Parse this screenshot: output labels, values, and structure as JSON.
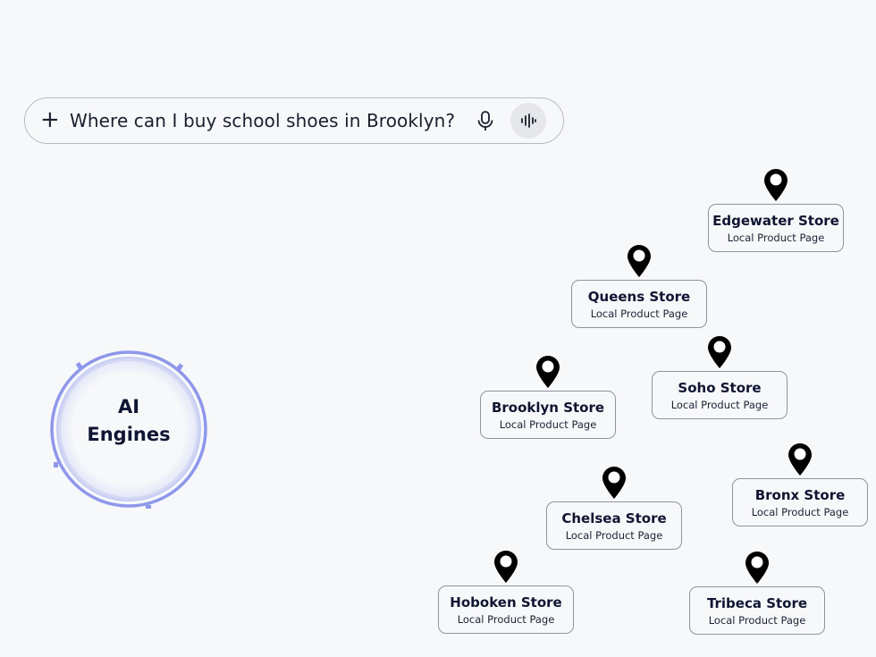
{
  "search": {
    "query": "Where can I buy school shoes in Brooklyn?",
    "add_icon": "plus-icon",
    "mic_icon": "microphone-icon",
    "voice_icon": "voice-waveform-icon"
  },
  "ai_badge": {
    "line1": "AI",
    "line2": "Engines",
    "ring_color": "#8e97ea"
  },
  "stores": [
    {
      "name": "Edgewater Store",
      "subtitle": "Local Product Page"
    },
    {
      "name": "Queens Store",
      "subtitle": "Local Product Page"
    },
    {
      "name": "Soho Store",
      "subtitle": "Local Product Page"
    },
    {
      "name": "Brooklyn Store",
      "subtitle": "Local Product Page"
    },
    {
      "name": "Bronx Store",
      "subtitle": "Local Product Page"
    },
    {
      "name": "Chelsea Store",
      "subtitle": "Local Product Page"
    },
    {
      "name": "Hoboken Store",
      "subtitle": "Local Product Page"
    },
    {
      "name": "Tribeca Store",
      "subtitle": "Local Product Page"
    }
  ],
  "pin_icon": "map-pin-icon"
}
